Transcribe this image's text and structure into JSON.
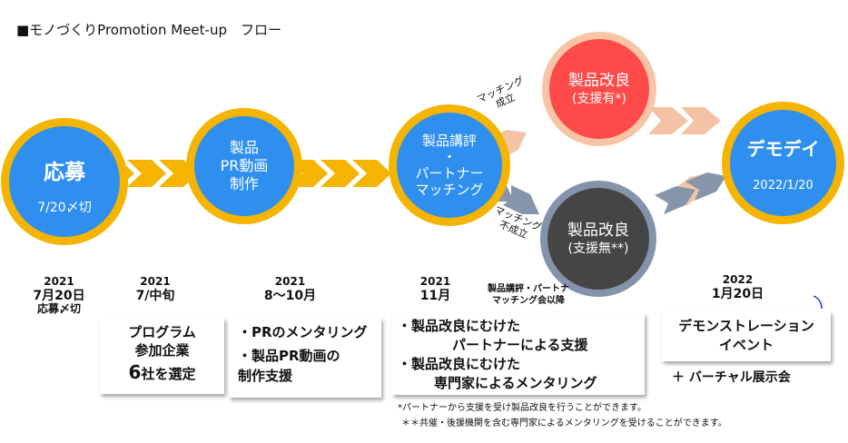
{
  "title": "■モノづくりPromotion Meet-up　フロー",
  "colors": {
    "blue": "#2f8fee",
    "ring": "#f5b400",
    "chevron_yellow": "#f5b400",
    "chevron_peach": "#f4c3a6",
    "chevron_slate": "#8795ab",
    "red": "#ff4a4a",
    "dark": "#454545",
    "slate_ring": "#8593aa",
    "peach_ring": "#f7c4a6"
  },
  "nodes": {
    "apply": {
      "label": "応募",
      "sub": "7/20〆切"
    },
    "production": {
      "line1": "製品",
      "line2": "PR動画",
      "line3": "制作"
    },
    "review": {
      "line1": "製品講評",
      "dot": "・",
      "line2": "パートナー",
      "line3": "マッチング"
    },
    "improve_supported": {
      "line1": "製品改良",
      "line2": "(支援有*)"
    },
    "improve_unsupported": {
      "line1": "製品改良",
      "line2": "(支援無**)"
    },
    "demoday": {
      "label": "デモデイ",
      "sub": "2022/1/20"
    }
  },
  "branch_labels": {
    "success": {
      "line1": "マッチング",
      "line2": "成立"
    },
    "failure": {
      "line1": "マッチング",
      "line2": "不成立"
    }
  },
  "timeline": {
    "col1": {
      "year": "2021",
      "date": "7月20日",
      "note": "応募〆切"
    },
    "col2": {
      "year": "2021",
      "date": "7/中旬"
    },
    "col3": {
      "year": "2021",
      "date": "8～10月"
    },
    "col4": {
      "year": "2021",
      "date": "11月"
    },
    "col4_note": {
      "line1": "製品講評・パートナ",
      "line2": "マッチング会以降"
    },
    "col5": {
      "year": "2022",
      "date": "1月20日"
    }
  },
  "cards": {
    "program": {
      "line1": "プログラム",
      "line2": "参加企業",
      "count": "6",
      "line3": "社を選定"
    },
    "mentoring": {
      "line1": "・PRのメンタリング",
      "line2": "・製品PR動画の",
      "line3": "制作支援"
    },
    "improvement": {
      "line1": "・製品改良にむけた",
      "line2": "パートナーによる支援",
      "line3": "・製品改良にむけた",
      "line4": "専門家によるメンタリング"
    },
    "demo": {
      "line1": "デモンストレーション",
      "line2": "イベント"
    }
  },
  "virtual_expo": "＋ バーチャル展示会",
  "footnotes": {
    "single": "*パートナーから支援を受け製品改良を行うことができます。",
    "double": "＊＊共催・後援機関を含む専門家によるメンタリングを受けることができます。"
  }
}
